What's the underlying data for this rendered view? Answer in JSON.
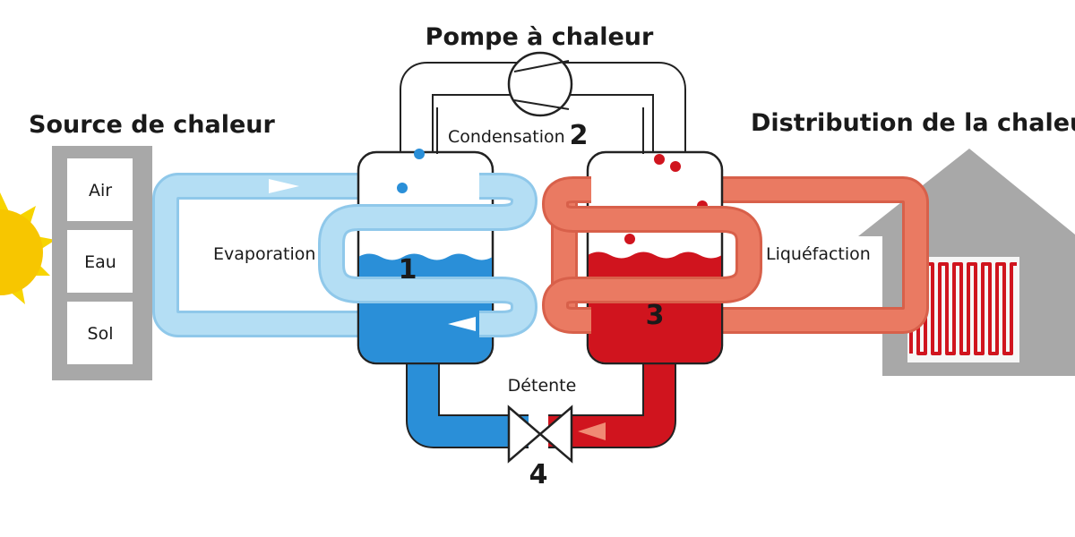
{
  "titles": {
    "pump": "Pompe à chaleur",
    "source": "Source de chaleur",
    "distribution": "Distribution de la chaleur"
  },
  "sources": [
    "Air",
    "Eau",
    "Sol"
  ],
  "stages": {
    "evaporation": {
      "label": "Evaporation",
      "number": "1"
    },
    "condensation": {
      "label": "Condensation",
      "number": "2"
    },
    "liquefaction": {
      "label": "Liquéfaction",
      "number": "3"
    },
    "detente": {
      "label": "Détente",
      "number": "4"
    }
  },
  "colors": {
    "cold_fluid": "#2a8fd8",
    "cold_pipe": "#a8d8f2",
    "hot_fluid": "#d0141e",
    "hot_pipe": "#e8735a",
    "building": "#a8a8a8",
    "sun": "#f7c600"
  }
}
